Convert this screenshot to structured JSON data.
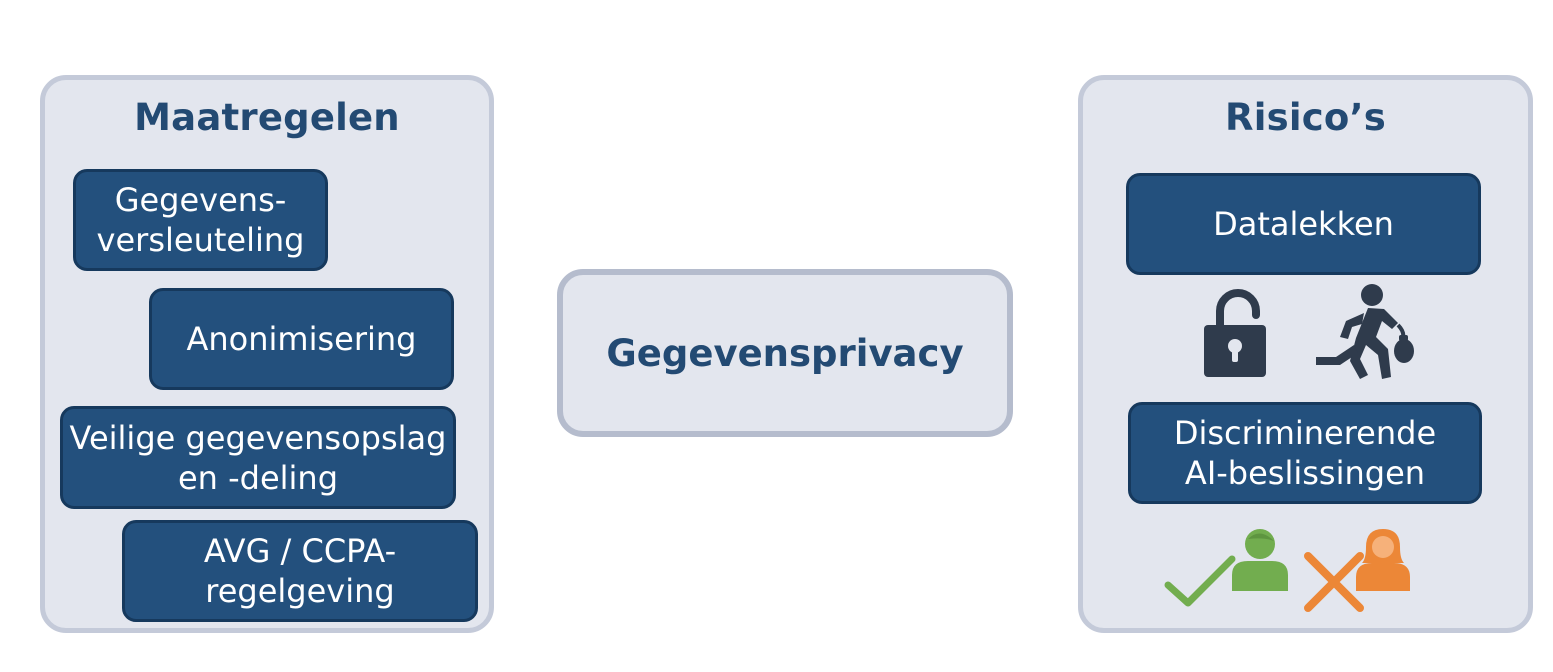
{
  "center": {
    "label": "Gegevensprivacy"
  },
  "measures": {
    "title": "Maatregelen",
    "items": [
      "Gegevens-\nversleuteling",
      "Anonimisering",
      "Veilige gegevensopslag\nen -deling",
      "AVG / CCPA-\nregelgeving"
    ]
  },
  "risks": {
    "title": "Risico’s",
    "items": [
      "Datalekken",
      "Discriminerende\nAI-beslissingen"
    ],
    "icons": [
      "open-padlock-icon",
      "running-thief-with-money-bag-icon",
      "checkmark-icon",
      "person-icon",
      "cross-icon",
      "woman-icon"
    ]
  },
  "colors": {
    "panel_fill": "#e3e6ee",
    "panel_border": "#c4cad9",
    "pill_fill": "#23507d",
    "title_text": "#234a73",
    "icon_dark": "#2f3b4c",
    "accept_green": "#72ad4f",
    "reject_orange": "#ec8737"
  }
}
